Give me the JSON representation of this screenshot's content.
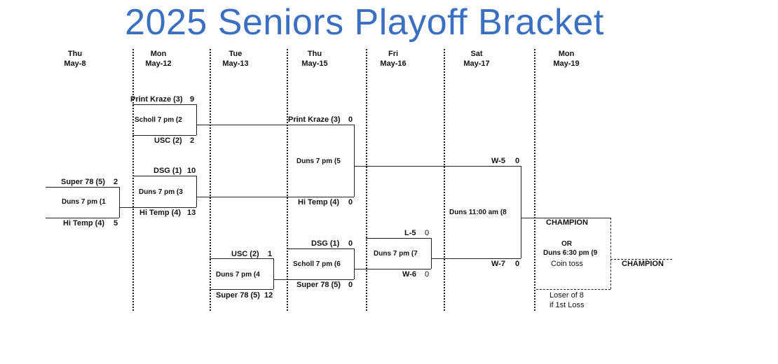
{
  "title": "2025 Seniors Playoff Bracket",
  "days": [
    {
      "dow": "Thu",
      "date": "May-8"
    },
    {
      "dow": "Mon",
      "date": "May-12"
    },
    {
      "dow": "Tue",
      "date": "May-13"
    },
    {
      "dow": "Thu",
      "date": "May-15"
    },
    {
      "dow": "Fri",
      "date": "May-16"
    },
    {
      "dow": "Sat",
      "date": "May-17"
    },
    {
      "dow": "Mon",
      "date": "May-19"
    }
  ],
  "games": {
    "g1": {
      "label": "Duns 7 pm (1",
      "top_team": "Super 78 (5)",
      "top_score": "2",
      "bottom_team": "Hi Temp (4)",
      "bottom_score": "5"
    },
    "g2": {
      "label": "Scholl 7 pm (2",
      "top_team": "Print Kraze (3)",
      "top_score": "9",
      "bottom_team": "USC (2)",
      "bottom_score": "2"
    },
    "g3": {
      "label": "Duns 7 pm (3",
      "top_team": "DSG (1)",
      "top_score": "10",
      "bottom_team": "Hi Temp (4)",
      "bottom_score": "13"
    },
    "g4": {
      "label": "Duns 7 pm (4",
      "top_team": "USC (2)",
      "top_score": "1",
      "bottom_team": "Super 78 (5)",
      "bottom_score": "12"
    },
    "g5": {
      "label": "Duns 7 pm (5",
      "top_team": "Print Kraze (3)",
      "top_score": "0",
      "bottom_team": "Hi Temp (4)",
      "bottom_score": "0"
    },
    "g6": {
      "label": "Scholl 7 pm (6",
      "top_team": "DSG (1)",
      "top_score": "0",
      "bottom_team": "Super 78 (5)",
      "bottom_score": "0"
    },
    "g7": {
      "label": "Duns 7 pm (7",
      "top_team": "L-5",
      "top_score": "0",
      "bottom_team": "W-6",
      "bottom_score": "0"
    },
    "g8": {
      "label": "Duns 11:00 am (8",
      "top_team": "W-5",
      "top_score": "0",
      "bottom_team": "W-7",
      "bottom_score": "0"
    },
    "g9": {
      "label": "Duns 6:30 pm (9",
      "top_team": "CHAMPION",
      "or_text": "OR",
      "note": "Coin toss",
      "loser_line1": "Loser of 8",
      "loser_line2": "if 1st Loss"
    }
  },
  "champion_label": "CHAMPION"
}
